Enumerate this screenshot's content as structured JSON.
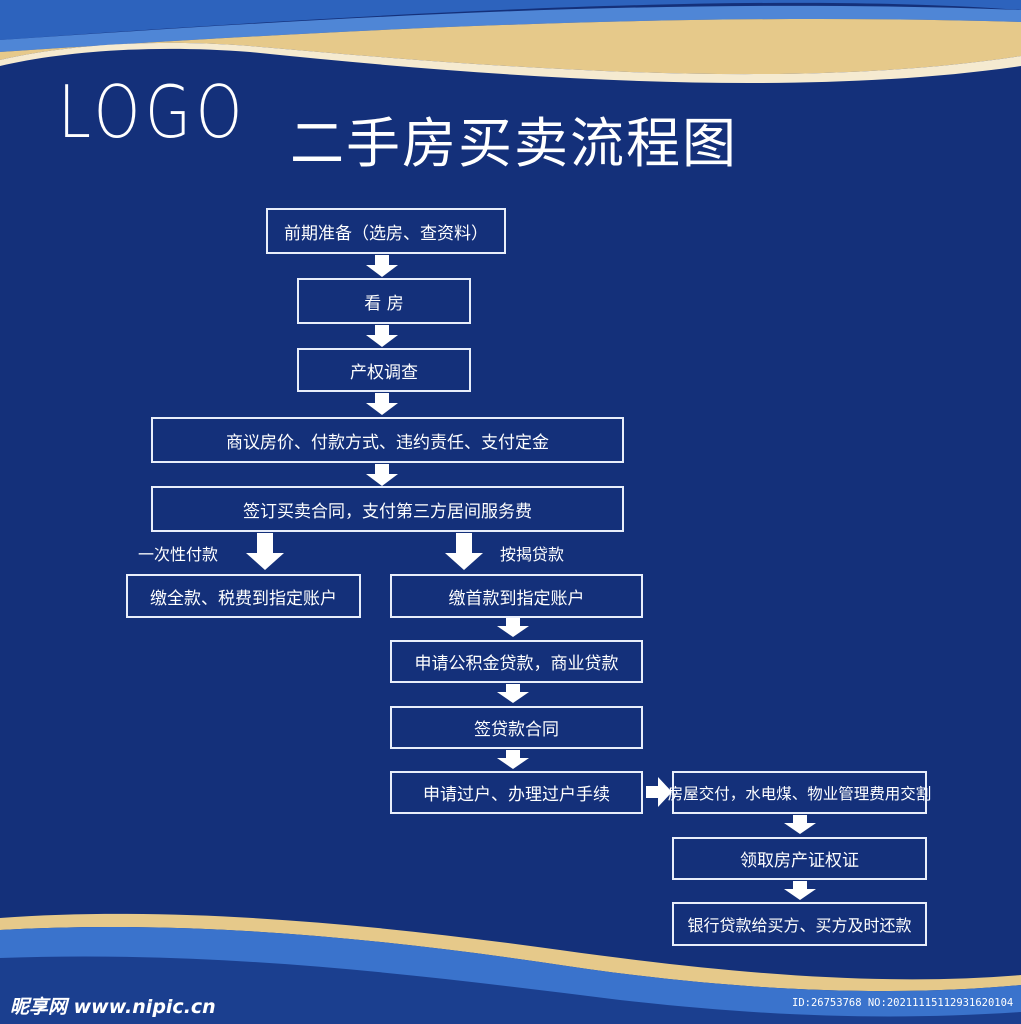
{
  "colors": {
    "background": "#14307a",
    "gold": "#e6c98a",
    "light_blue": "#4f86d6",
    "box_border": "#e8eefb",
    "text": "#ffffff"
  },
  "logo": "LOGO",
  "title": "二手房买卖流程图",
  "steps": {
    "prep": "前期准备（选房、查资料）",
    "view": "看 房",
    "title_check": "产权调查",
    "negotiate": "商议房价、付款方式、违约责任、支付定金",
    "contract": "签订买卖合同，支付第三方居间服务费"
  },
  "branches": {
    "lump_sum": {
      "label": "一次性付款",
      "step": "缴全款、税费到指定账户"
    },
    "mortgage": {
      "label": "按揭贷款",
      "steps": [
        "缴首款到指定账户",
        "申请公积金贷款，商业贷款",
        "签贷款合同",
        "申请过户、办理过户手续"
      ]
    }
  },
  "final_steps": [
    "房屋交付，水电煤、物业管理费用交割",
    "领取房产证权证",
    "银行贷款给买方、买方及时还款"
  ],
  "watermark": {
    "site": "昵享网 www.nipic.cn",
    "id": "ID:26753768 NO:20211115112931620104"
  }
}
